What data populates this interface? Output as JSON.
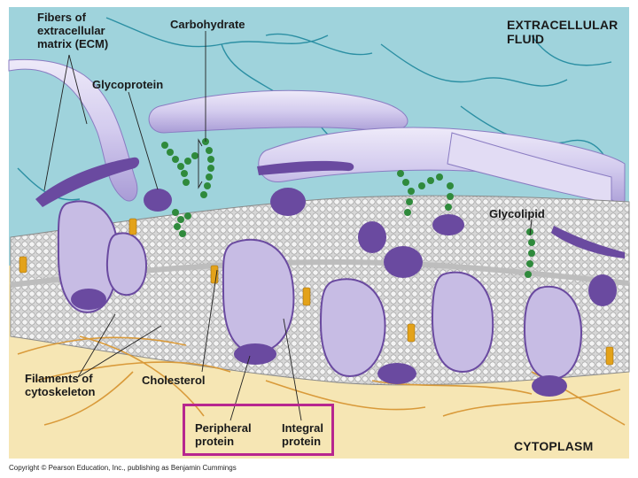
{
  "labels": {
    "fibers_ecm": "Fibers of\nextracellular\nmatrix (ECM)",
    "carbohydrate": "Carbohydrate",
    "glycoprotein": "Glycoprotein",
    "extracellular_fluid": "EXTRACELLULAR\nFLUID",
    "glycolipid": "Glycolipid",
    "filaments_cytoskeleton": "Filaments of\ncytoskeleton",
    "cholesterol": "Cholesterol",
    "peripheral_protein": "Peripheral\nprotein",
    "integral_protein": "Integral\nprotein",
    "cytoplasm": "CYTOPLASM"
  },
  "copyright": "Copyright © Pearson Education, Inc., publishing as Benjamin Cummings",
  "colors": {
    "extracellular": "#9fd3dc",
    "cytoplasm": "#f6e6b4",
    "protein": "#c7bce4",
    "protein_dark": "#6a4aa0",
    "carbohydrate": "#2f8a3c",
    "cholesterol": "#e3a21a",
    "cytoskeleton": "#d99a3a",
    "ecm_fiber": "#d9d3ef",
    "highlight_box": "#b7268f"
  }
}
